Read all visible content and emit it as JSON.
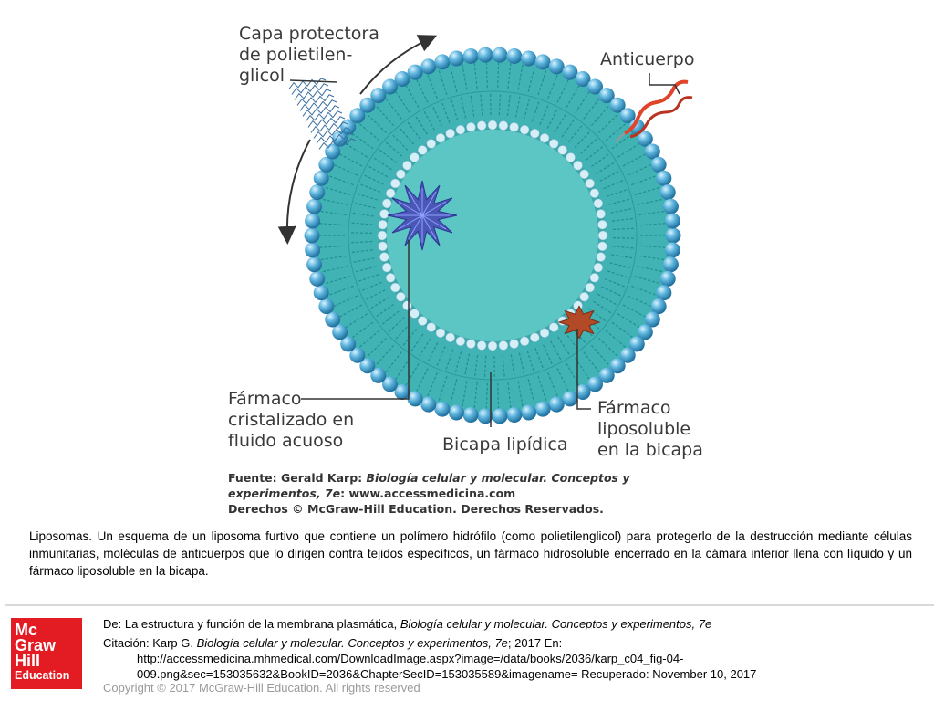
{
  "figure": {
    "labels": {
      "coat": [
        "Capa protectora",
        "de polietilen-",
        "glicol"
      ],
      "antibody": "Anticuerpo",
      "crystal": [
        "Fármaco",
        "cristalizado en",
        "fluido acuoso"
      ],
      "bilayer": "Bicapa lipídica",
      "lipid_drug": [
        "Fármaco",
        "liposoluble",
        "en la bicapa"
      ]
    },
    "source": {
      "prefix": "Fuente: Gerald Karp: ",
      "title_a": "Biología celular y molecular. Conceptos y",
      "title_b": "experimentos, 7e",
      "tail_b": ": www.accessmedicina.com",
      "rights": "Derechos © McGraw-Hill Education. Derechos Reservados."
    },
    "colors": {
      "aqueous": "#5cc6c5",
      "bilayer": "#41b3b4",
      "headgroup": "#3a97c4",
      "antibody": "#e0442a",
      "drug_crystal": "#4b57b7",
      "drug_lipid": "#b24a28"
    }
  },
  "caption": "Liposomas. Un esquema de un liposoma furtivo que contiene un polímero hidrófilo (como polietilenglicol) para protegerlo de la destrucción mediante células inmunitarias, moléculas de anticuerpos que lo dirigen contra tejidos específicos, un fármaco hidrosoluble encerrado en la cámara interior llena con líquido y un fármaco liposoluble en la bicapa.",
  "footer": {
    "logo": [
      "Mc",
      "Graw",
      "Hill",
      "Education"
    ],
    "from_prefix": "De: La estructura y función de la membrana plasmática, ",
    "from_title": "Biología celular y molecular. Conceptos y experimentos, 7e",
    "cite_prefix": "Citación: Karp G. ",
    "cite_title": "Biología celular y molecular. Conceptos y experimentos, 7e",
    "cite_suffix": "; 2017 En:",
    "cite_url1": "http://accessmedicina.mhmedical.com/DownloadImage.aspx?image=/data/books/2036/karp_c04_fig-04-",
    "cite_url2": "009.png&sec=153035632&BookID=2036&ChapterSecID=153035589&imagename= Recuperado: November 10, 2017",
    "copyright": "Copyright © 2017 McGraw-Hill Education. All rights reserved"
  }
}
